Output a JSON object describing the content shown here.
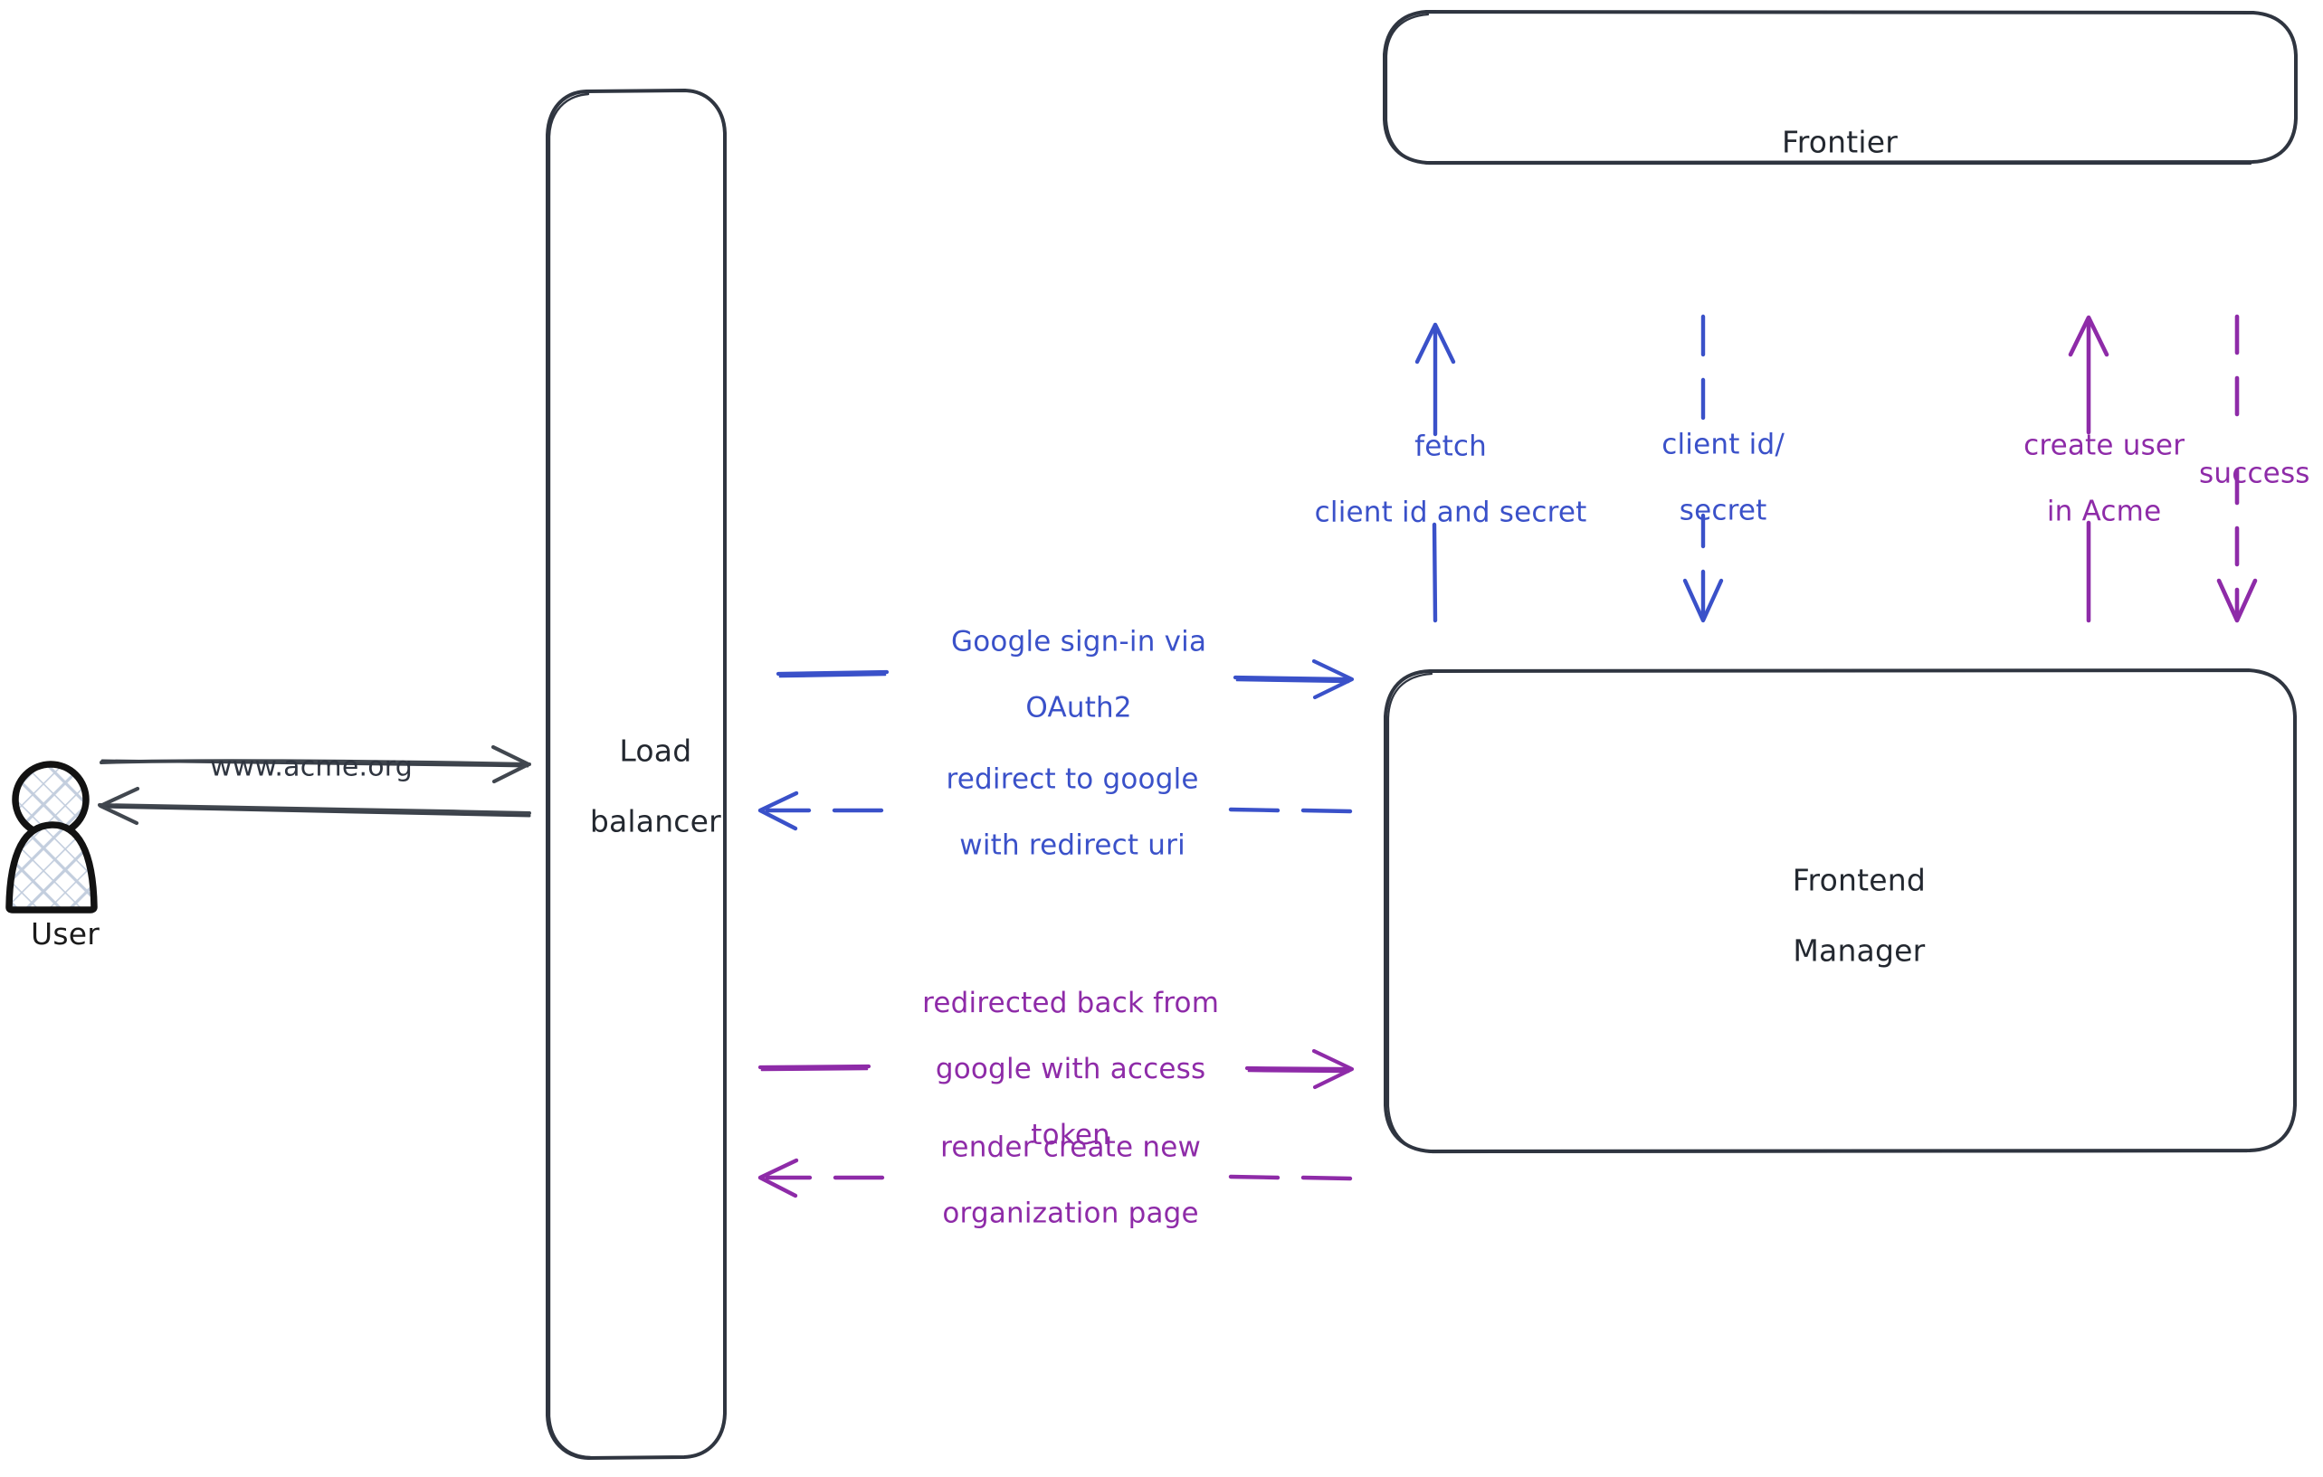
{
  "diagram": {
    "type": "architecture-sequence-sketch",
    "style": "hand-drawn",
    "background": "#ffffff",
    "colors": {
      "stroke_dark": "#2f3540",
      "blue": "#3a51c9",
      "purple": "#8e2ba8",
      "actor_hatch": "#c3cede"
    }
  },
  "actors": [
    {
      "id": "user",
      "name": "User",
      "icon": "user-actor-icon"
    }
  ],
  "nodes": [
    {
      "id": "load-balancer",
      "label": "Load\nbalancer",
      "line1": "Load",
      "line2": "balancer"
    },
    {
      "id": "frontier",
      "label": "Frontier"
    },
    {
      "id": "frontend-manager",
      "label": "Frontend\nManager",
      "line1": "Frontend",
      "line2": "Manager"
    }
  ],
  "edges": [
    {
      "id": "user-to-lb",
      "label": "www.acme.org",
      "color": "dark",
      "style": "solid",
      "direction": "right"
    },
    {
      "id": "lb-to-user",
      "label": "",
      "color": "dark",
      "style": "solid",
      "direction": "left"
    },
    {
      "id": "lb-to-fm-signin",
      "label": "Google sign-in via\nOAuth2",
      "line1": "Google sign-in via",
      "line2": "OAuth2",
      "color": "blue",
      "style": "solid",
      "direction": "right"
    },
    {
      "id": "fm-to-lb-redirect",
      "label": "redirect to google\nwith redirect uri",
      "line1": "redirect to google",
      "line2": "with redirect uri",
      "color": "blue",
      "style": "dashed",
      "direction": "left"
    },
    {
      "id": "lb-to-fm-token",
      "label": "redirected back from\ngoogle with access\ntoken",
      "line1": "redirected back from",
      "line2": "google with access",
      "line3": "token",
      "color": "purple",
      "style": "solid",
      "direction": "right"
    },
    {
      "id": "fm-to-lb-render",
      "label": "render create new\norganization page",
      "line1": "render create new",
      "line2": "organization page",
      "color": "purple",
      "style": "dashed",
      "direction": "left"
    },
    {
      "id": "fm-to-frontier-fetch",
      "label": "fetch\nclient id and secret",
      "line1": "fetch",
      "line2": "client id and secret",
      "color": "blue",
      "style": "solid",
      "direction": "up"
    },
    {
      "id": "frontier-to-fm-creds",
      "label": "client id/\nsecret",
      "line1": "client id/",
      "line2": "secret",
      "color": "blue",
      "style": "dashed",
      "direction": "down"
    },
    {
      "id": "fm-to-frontier-create-user",
      "label": "create user\nin Acme",
      "line1": "create user",
      "line2": "in Acme",
      "color": "purple",
      "style": "solid",
      "direction": "up"
    },
    {
      "id": "frontier-to-fm-success",
      "label": "success",
      "line1": "success",
      "color": "purple",
      "style": "dashed",
      "direction": "down"
    }
  ]
}
